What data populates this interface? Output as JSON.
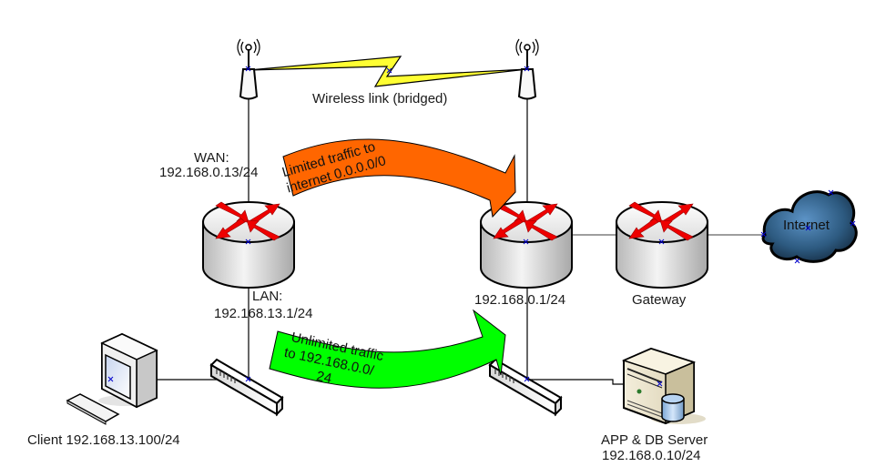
{
  "diagram": {
    "title": "Network topology with wireless bridge",
    "wireless_link": {
      "label": "Wireless link (bridged)",
      "color": "#ffff33"
    },
    "left_site": {
      "wan_label": "WAN:",
      "wan_ip": "192.168.0.13/24",
      "lan_label": "LAN:",
      "lan_ip": "192.168.13.1/24",
      "client_label": "Client 192.168.13.100/24"
    },
    "right_site": {
      "router_ip": "192.168.0.1/24",
      "gateway_label": "Gateway",
      "internet_label": "Internet",
      "server_label": "APP & DB Server",
      "server_ip": "192.168.0.10/24"
    },
    "flows": [
      {
        "name": "limited",
        "lines": [
          "Limited traffic to",
          "internet 0.0.0.0/0"
        ],
        "color": "#ff6600"
      },
      {
        "name": "unlimited",
        "lines": [
          "Unlimited traffic",
          "to 192.168.0.0/",
          "24"
        ],
        "color": "#00ff00"
      }
    ],
    "colors": {
      "router_arrows": "#ee0000",
      "cloud": "#3a6d99",
      "link": "#000000",
      "gateway_link": "#7f7f7f"
    }
  }
}
